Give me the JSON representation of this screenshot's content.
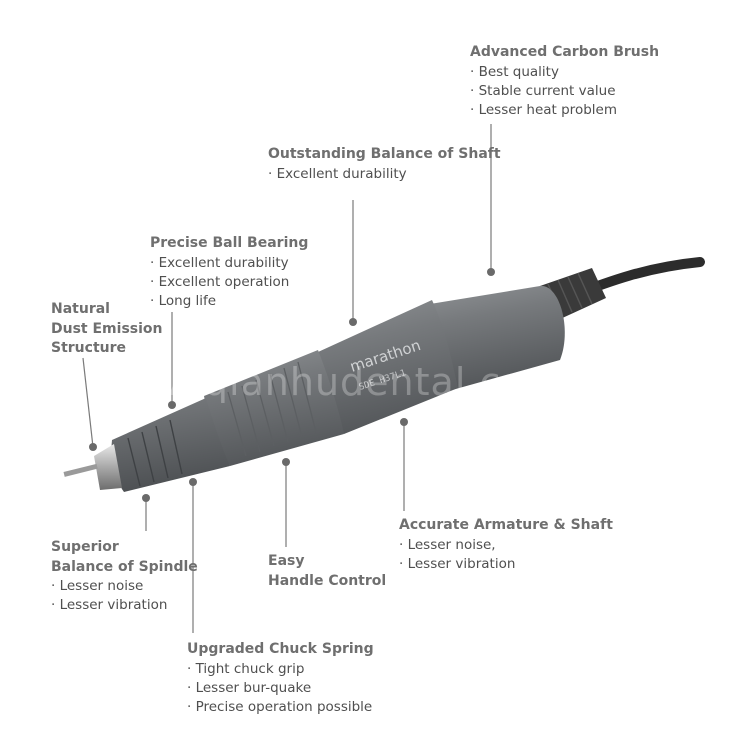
{
  "colors": {
    "leader": "#7a7a7a",
    "dot": "#6a6a6a",
    "body_dark": "#5b5e61",
    "body_mid": "#74777a",
    "body_light": "#8b8e91"
  },
  "product": {
    "brand": "marathon",
    "model": "SDE  H37L1"
  },
  "watermark": "www.qianhudental.com",
  "callouts": {
    "carbon_brush": {
      "title": [
        "Advanced Carbon Brush"
      ],
      "bullets": [
        "Best quality",
        "Stable current value",
        "Lesser heat problem"
      ]
    },
    "shaft_balance": {
      "title": [
        "Outstanding Balance of Shaft"
      ],
      "bullets": [
        "Excellent durability"
      ]
    },
    "ball_bearing": {
      "title": [
        "Precise Ball Bearing"
      ],
      "bullets": [
        "Excellent durability",
        "Excellent operation",
        "Long life"
      ]
    },
    "dust_emission": {
      "title": [
        "Natural",
        "Dust Emission",
        "Structure"
      ],
      "bullets": []
    },
    "spindle_balance": {
      "title": [
        "Superior",
        "Balance of Spindle"
      ],
      "bullets": [
        "Lesser noise",
        "Lesser vibration"
      ]
    },
    "handle_control": {
      "title": [
        "Easy",
        "Handle Control"
      ],
      "bullets": []
    },
    "armature_shaft": {
      "title": [
        "Accurate Armature & Shaft"
      ],
      "bullets": [
        "Lesser noise,",
        "Lesser vibration"
      ]
    },
    "chuck_spring": {
      "title": [
        "Upgraded Chuck Spring"
      ],
      "bullets": [
        "Tight chuck grip",
        "Lesser bur-quake",
        "Precise operation possible"
      ]
    }
  }
}
